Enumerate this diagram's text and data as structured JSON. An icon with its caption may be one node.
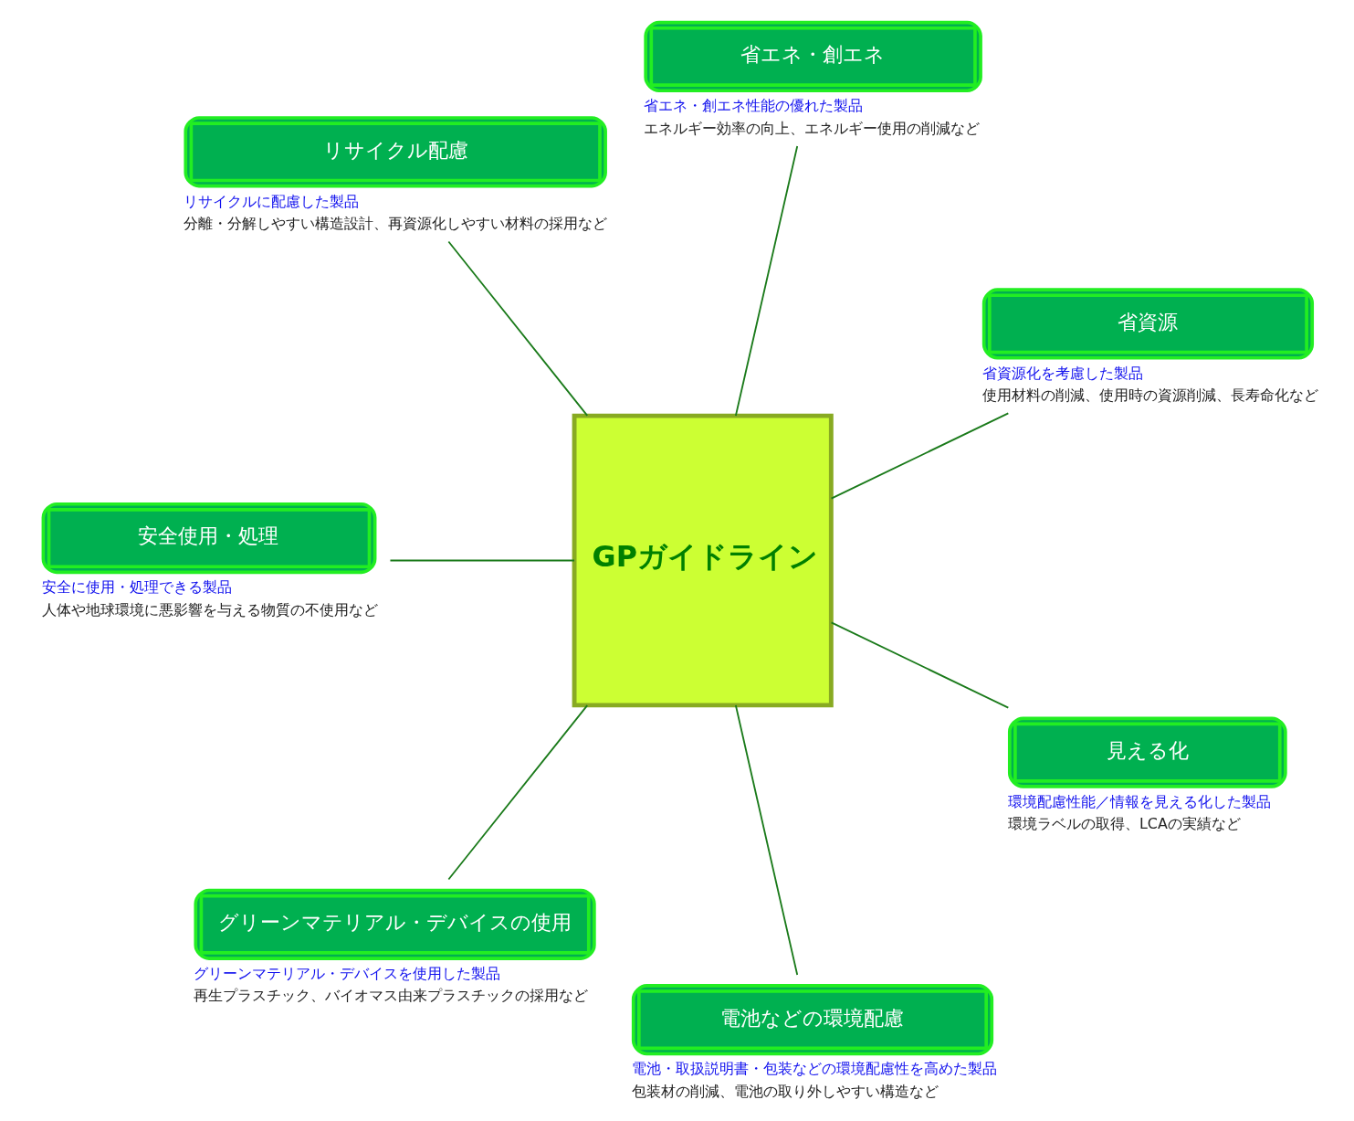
{
  "diagram": {
    "nodes": [
      {
        "text": [
          "GPガイドライン"
        ]
      },
      {
        "text": [
          "省資源"
        ],
        "beside": [
          "省資源化を考慮した製品",
          "使用材料の削減、使用時の資源削減、長寿命化など"
        ]
      },
      {
        "text": [
          "省エネ・創エネ"
        ],
        "beside": [
          "省エネ・創エネ性能の優れた製品",
          "エネルギー効率の向上、エネルギー使用の削減など"
        ]
      },
      {
        "text": [
          "リサイクル配慮"
        ],
        "beside": [
          "リサイクルに配慮した製品",
          "分離・分解しやすい構造設計、再資源化しやすい材料の採用など"
        ]
      },
      {
        "text": [
          "安全使用・処理"
        ],
        "beside": [
          "安全に使用・処理できる製品",
          "人体や地球環境に悪影響を与える物質の不使用など"
        ]
      },
      {
        "text": [
          "グリーンマテリアル・デバイスの使用"
        ],
        "beside": [
          "グリーンマテリアル・デバイスを使用した製品",
          "再生プラスチック、バイオマス由来プラスチックの採用など"
        ]
      },
      {
        "text": [
          "電池などの環境配慮"
        ],
        "beside": [
          "電池・取扱説明書・包装などの環境配慮性を高めた製品",
          "包装材の削減、電池の取り外しやすい構造など"
        ]
      },
      {
        "text": [
          "見える化"
        ],
        "beside": [
          "環境配慮性能／情報を見える化した製品",
          "環境ラベルの取得、LCAの実績など"
        ]
      }
    ],
    "edges": [
      {
        "from": 0,
        "to": 1,
        "arrow": "none"
      },
      {
        "from": 0,
        "to": 2,
        "arrow": "none"
      },
      {
        "from": 0,
        "to": 3,
        "arrow": "none"
      },
      {
        "from": 0,
        "to": 4,
        "arrow": "none"
      },
      {
        "from": 0,
        "to": 5,
        "arrow": "none"
      },
      {
        "from": 0,
        "to": 6,
        "arrow": "none"
      },
      {
        "from": 0,
        "to": 7,
        "arrow": "none"
      }
    ]
  }
}
